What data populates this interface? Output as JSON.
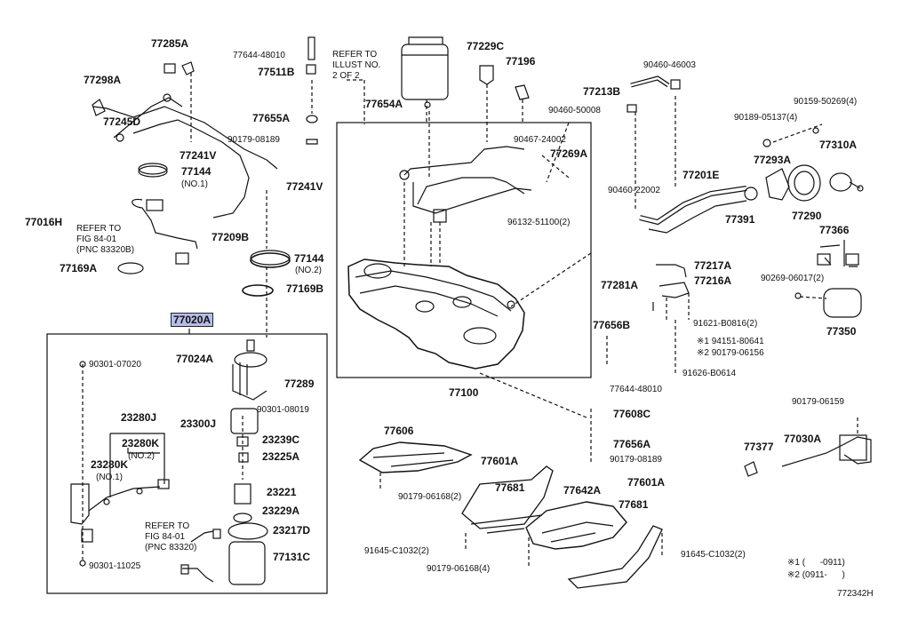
{
  "diagram_id": "772342H",
  "highlighted_part": "77020A",
  "notes": [
    "※1 (      -0911)",
    "※2 (0911-      )"
  ],
  "refer_to_illust": "REFER TO\nILLUST NO.\n2 OF 2",
  "refer_to_fig_1": "REFER TO\nFIG 84-01\n(PNC 83320B)",
  "refer_to_fig_2": "REFER TO\nFIG 84-01\n(PNC 83320)",
  "labels": {
    "p77285A": "77285A",
    "p77298A": "77298A",
    "p77245D": "77245D",
    "p77241V_a": "77241V",
    "p77144_no1": "77144",
    "no1": "(NO.1)",
    "p77016H": "77016H",
    "p77169A_a": "77169A",
    "p77209B": "77209B",
    "p77241V_b": "77241V",
    "p77144_no2": "77144",
    "no2_a": "(NO.2)",
    "p77169B": "77169B",
    "p77644_48010_a": "77644-48010",
    "p77511B": "77511B",
    "p77655A": "77655A",
    "p90179_08189_a": "90179-08189",
    "p77654A": "77654A",
    "p77229C": "77229C",
    "p77196": "77196",
    "p90460_46003": "90460-46003",
    "p77213B": "77213B",
    "p90460_50008": "90460-50008",
    "p90467_24002": "90467-24002",
    "p77269A": "77269A",
    "p90460_22002": "90460-22002",
    "p96132_51100": "96132-51100(2)",
    "p77201E": "77201E",
    "p77391": "77391",
    "p90159_50269": "90159-50269(4)",
    "p90189_05137": "90189-05137(4)",
    "p77310A": "77310A",
    "p77293A": "77293A",
    "p77290": "77290",
    "p77366": "77366",
    "p90269_06017": "90269-06017(2)",
    "p77350": "77350",
    "p77217A": "77217A",
    "p77281A": "77281A",
    "p77216A": "77216A",
    "p91621_B0816": "91621-B0816(2)",
    "note1_part": "※1 94151-80641",
    "note2_part": "※2 90179-06156",
    "p91626_B0614": "91626-B0614",
    "p77656B": "77656B",
    "p77100": "77100",
    "p77644_48010_b": "77644-48010",
    "p77608C": "77608C",
    "p77656A": "77656A",
    "p90179_08189_b": "90179-08189",
    "p77606": "77606",
    "p77601A_a": "77601A",
    "p77681_a": "77681",
    "p90179_06168_a": "90179-06168(2)",
    "p77642A": "77642A",
    "p77601A_b": "77601A",
    "p77681_b": "77681",
    "p91645_C1032_a": "91645-C1032(2)",
    "p90179_06168_b": "90179-06168(4)",
    "p91645_C1032_b": "91645-C1032(2)",
    "p90179_06159": "90179-06159",
    "p77377": "77377",
    "p77030A": "77030A",
    "p90301_07020": "90301-07020",
    "p23280J": "23280J",
    "p23280K_a": "23280K",
    "no2_b": "(NO.2)",
    "p23280K_b": "23280K",
    "no1_b": "(NO.1)",
    "p90301_11025": "90301-11025",
    "p77024A": "77024A",
    "p77289": "77289",
    "p90301_08019": "90301-08019",
    "p23300J": "23300J",
    "p23239C": "23239C",
    "p23225A": "23225A",
    "p23221": "23221",
    "p23229A": "23229A",
    "p23217D": "23217D",
    "p77131C": "77131C"
  }
}
